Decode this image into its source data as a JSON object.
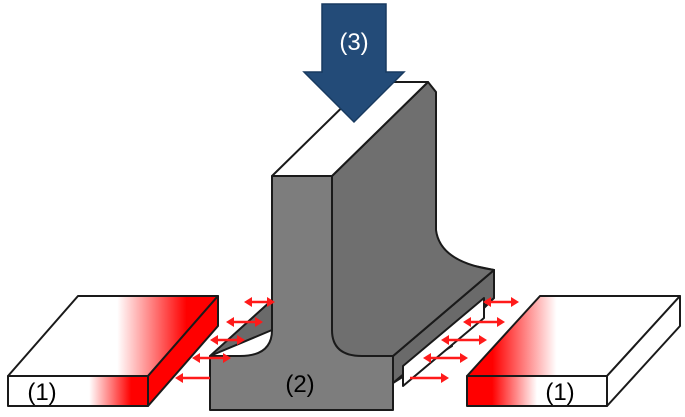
{
  "labels": {
    "left_plate": "(1)",
    "right_plate": "(1)",
    "profile": "(2)",
    "load_arrow": "(3)"
  },
  "colors": {
    "load_arrow": "#234b78",
    "profile_front": "#7a7a7a",
    "profile_side": "#5f5f5f",
    "heat_red": "#ff0000",
    "plate_white": "#ffffff",
    "outline": "#1a1a1a"
  }
}
